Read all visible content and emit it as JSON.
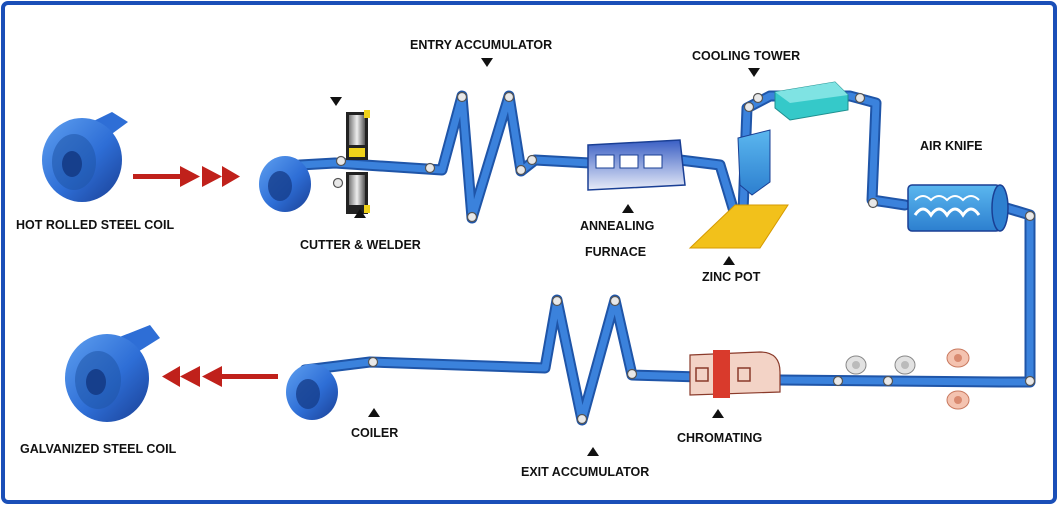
{
  "title": "",
  "colors": {
    "frame": "#1a4fb8",
    "strip": "#2f73cf",
    "strip_dark": "#1f55a8",
    "coil": "#2e6ed6",
    "arrow": "#c0211b",
    "zinc": "#f2c11b",
    "cooling": "#35c9c9",
    "chromating": "#d93a2c"
  },
  "labels": {
    "hot_coil": "HOT ROLLED STEEL COIL",
    "cutter": "CUTTER & WELDER",
    "entry_acc": "ENTRY ACCUMULATOR",
    "annealing_1": "ANNEALING",
    "annealing_2": "FURNACE",
    "zinc_pot": "ZINC POT",
    "cooling_tower": "COOLING TOWER",
    "air_knife": "AIR KNIFE",
    "chromating": "CHROMATING",
    "exit_acc": "EXIT ACCUMULATOR",
    "coiler": "COILER",
    "galv_coil": "GALVANIZED STEEL COIL"
  },
  "icons": [
    "coil-icon",
    "arrow-icon",
    "pointer-triangle-icon",
    "roller-icon"
  ]
}
